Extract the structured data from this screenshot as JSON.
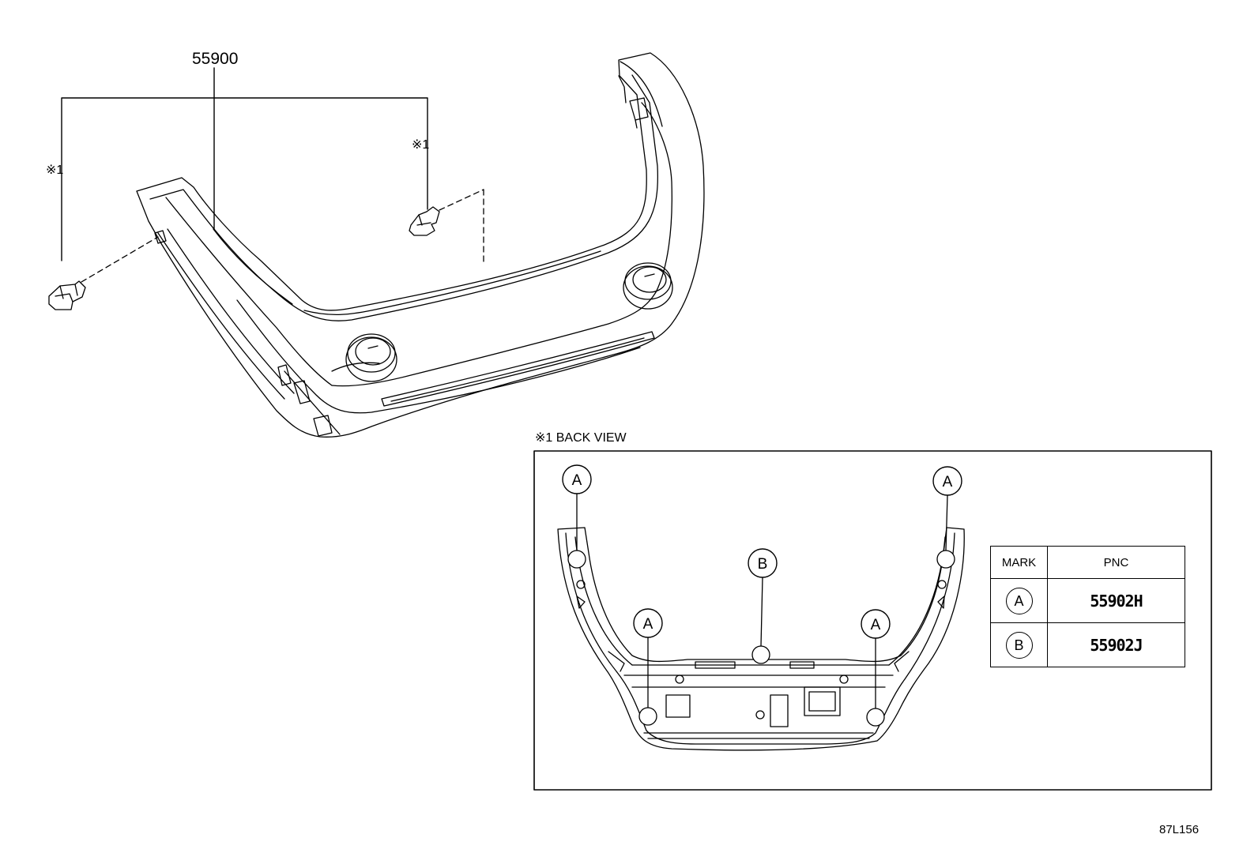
{
  "labels": {
    "main_part_number": "55900",
    "ref_left": "※1",
    "ref_right": "※1",
    "back_view": "※1 BACK VIEW",
    "figure_id": "87L156"
  },
  "callouts": {
    "a1": "A",
    "a2": "A",
    "a3": "A",
    "a4": "A",
    "b1": "B"
  },
  "table": {
    "headers": [
      "MARK",
      "PNC"
    ],
    "rows": [
      {
        "mark": "A",
        "pnc": "55902H"
      },
      {
        "mark": "B",
        "pnc": "55902J"
      }
    ]
  }
}
